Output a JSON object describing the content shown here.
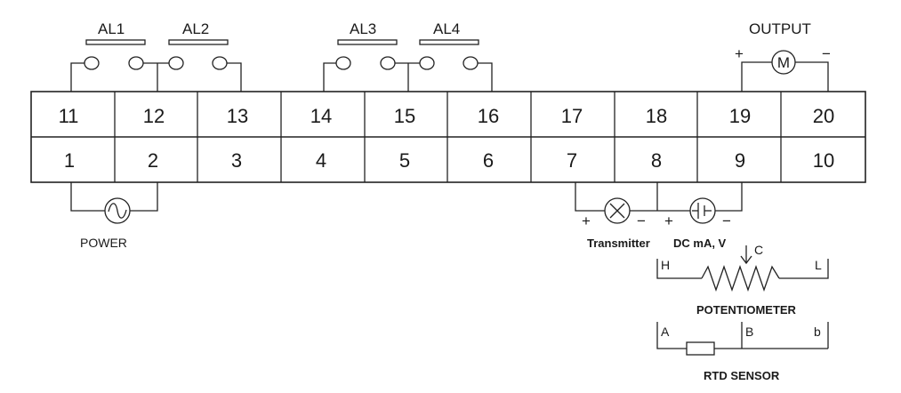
{
  "terminals_top": [
    "11",
    "12",
    "13",
    "14",
    "15",
    "16",
    "17",
    "18",
    "19",
    "20"
  ],
  "terminals_bottom": [
    "1",
    "2",
    "3",
    "4",
    "5",
    "6",
    "7",
    "8",
    "9",
    "10"
  ],
  "alarms": {
    "al1": "AL1",
    "al2": "AL2",
    "al3": "AL3",
    "al4": "AL4"
  },
  "output": {
    "label": "OUTPUT",
    "plus": "+",
    "minus": "−",
    "motor_symbol": "M"
  },
  "power": {
    "label": "POWER"
  },
  "transmitter": {
    "label": "Transmitter",
    "plus": "+",
    "minus": "−"
  },
  "dc_input": {
    "label": "DC mA, V",
    "plus": "+",
    "minus": "−"
  },
  "potentiometer": {
    "label": "POTENTIOMETER",
    "h": "H",
    "c": "C",
    "l": "L"
  },
  "rtd": {
    "label": "RTD SENSOR",
    "a": "A",
    "b_upper": "B",
    "b_lower": "b"
  }
}
